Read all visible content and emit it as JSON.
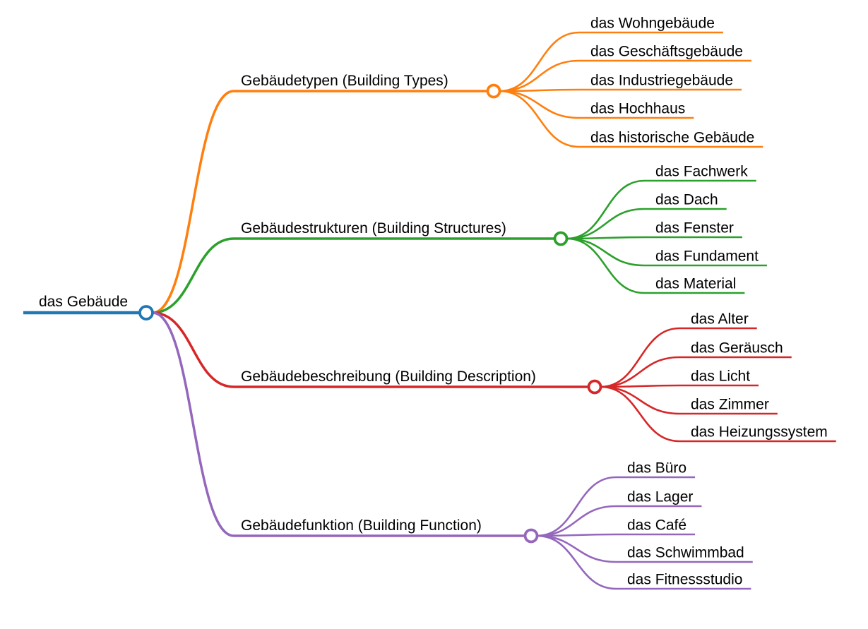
{
  "page": {
    "background_color": "#ffffff",
    "text_color": "#000000"
  },
  "mindmap": {
    "root": {
      "label": "das Gebäude",
      "color": "#1f77b4"
    },
    "branches": [
      {
        "label": "Gebäudetypen (Building Types)",
        "color": "#ff7f0e",
        "children": [
          "das Wohngebäude",
          "das Geschäftsgebäude",
          "das Industriegebäude",
          "das Hochhaus",
          "das historische Gebäude"
        ]
      },
      {
        "label": "Gebäudestrukturen (Building Structures)",
        "color": "#2ca02c",
        "children": [
          "das Fachwerk",
          "das Dach",
          "das Fenster",
          "das Fundament",
          "das Material"
        ]
      },
      {
        "label": "Gebäudebeschreibung (Building Description)",
        "color": "#d62728",
        "children": [
          "das Alter",
          "das Geräusch",
          "das Licht",
          "das Zimmer",
          "das Heizungssystem"
        ]
      },
      {
        "label": "Gebäudefunktion (Building Function)",
        "color": "#9467bd",
        "children": [
          "das Büro",
          "das Lager",
          "das Café",
          "das Schwimmbad",
          "das Fitnessstudio"
        ]
      }
    ]
  }
}
